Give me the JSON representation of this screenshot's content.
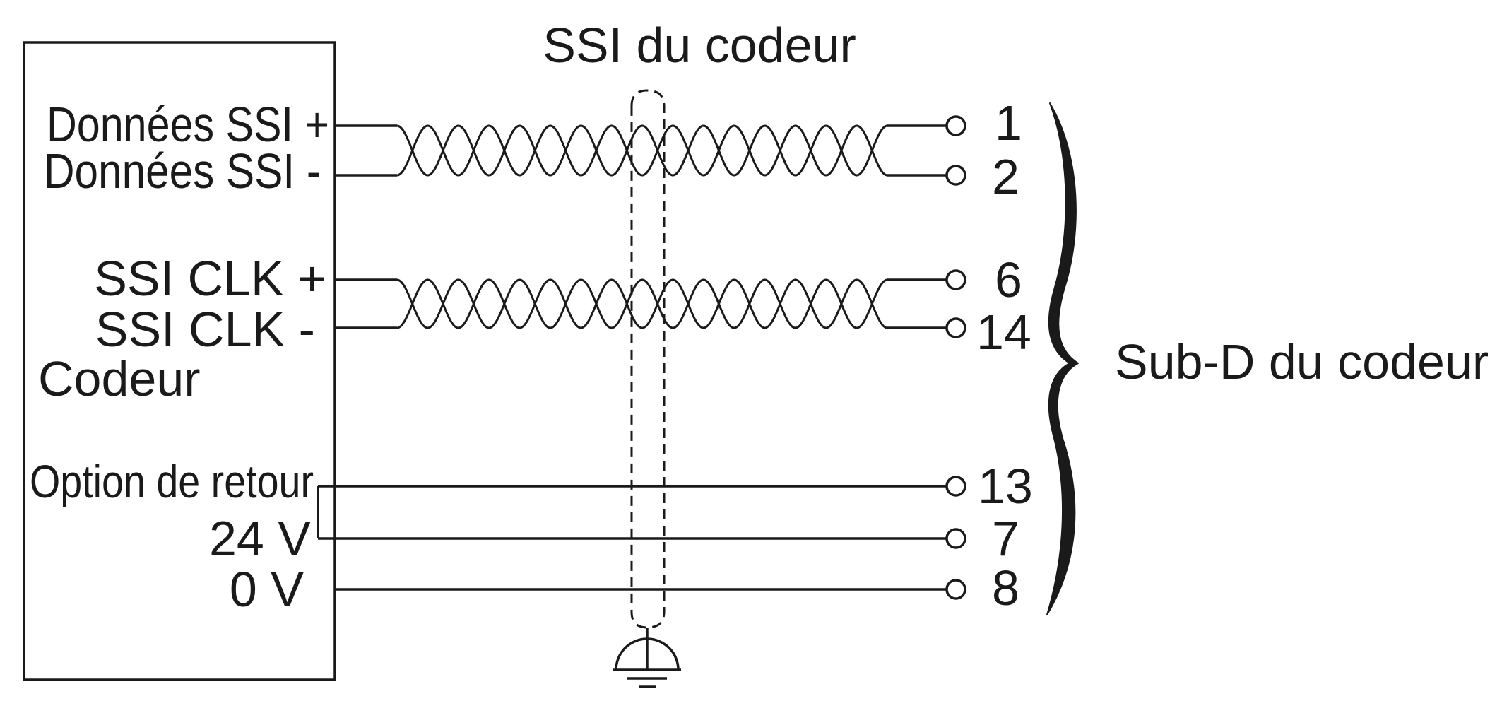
{
  "title": "SSI du codeur",
  "device_label": "Codeur",
  "connector_label": "Sub-D du codeur",
  "signals": [
    {
      "label": "Données SSI +",
      "pin": "1"
    },
    {
      "label": "Données SSI -",
      "pin": "2"
    },
    {
      "label": "SSI CLK +",
      "pin": "6"
    },
    {
      "label": "SSI CLK -",
      "pin": "14"
    },
    {
      "label": "Option de retour",
      "pin": "13"
    },
    {
      "label": "24 V",
      "pin": "7"
    },
    {
      "label": "0 V",
      "pin": "8"
    }
  ],
  "icons": {
    "ground": "protective-earth-icon"
  },
  "colors": {
    "line": "#1a1a1a",
    "background": "#ffffff"
  }
}
